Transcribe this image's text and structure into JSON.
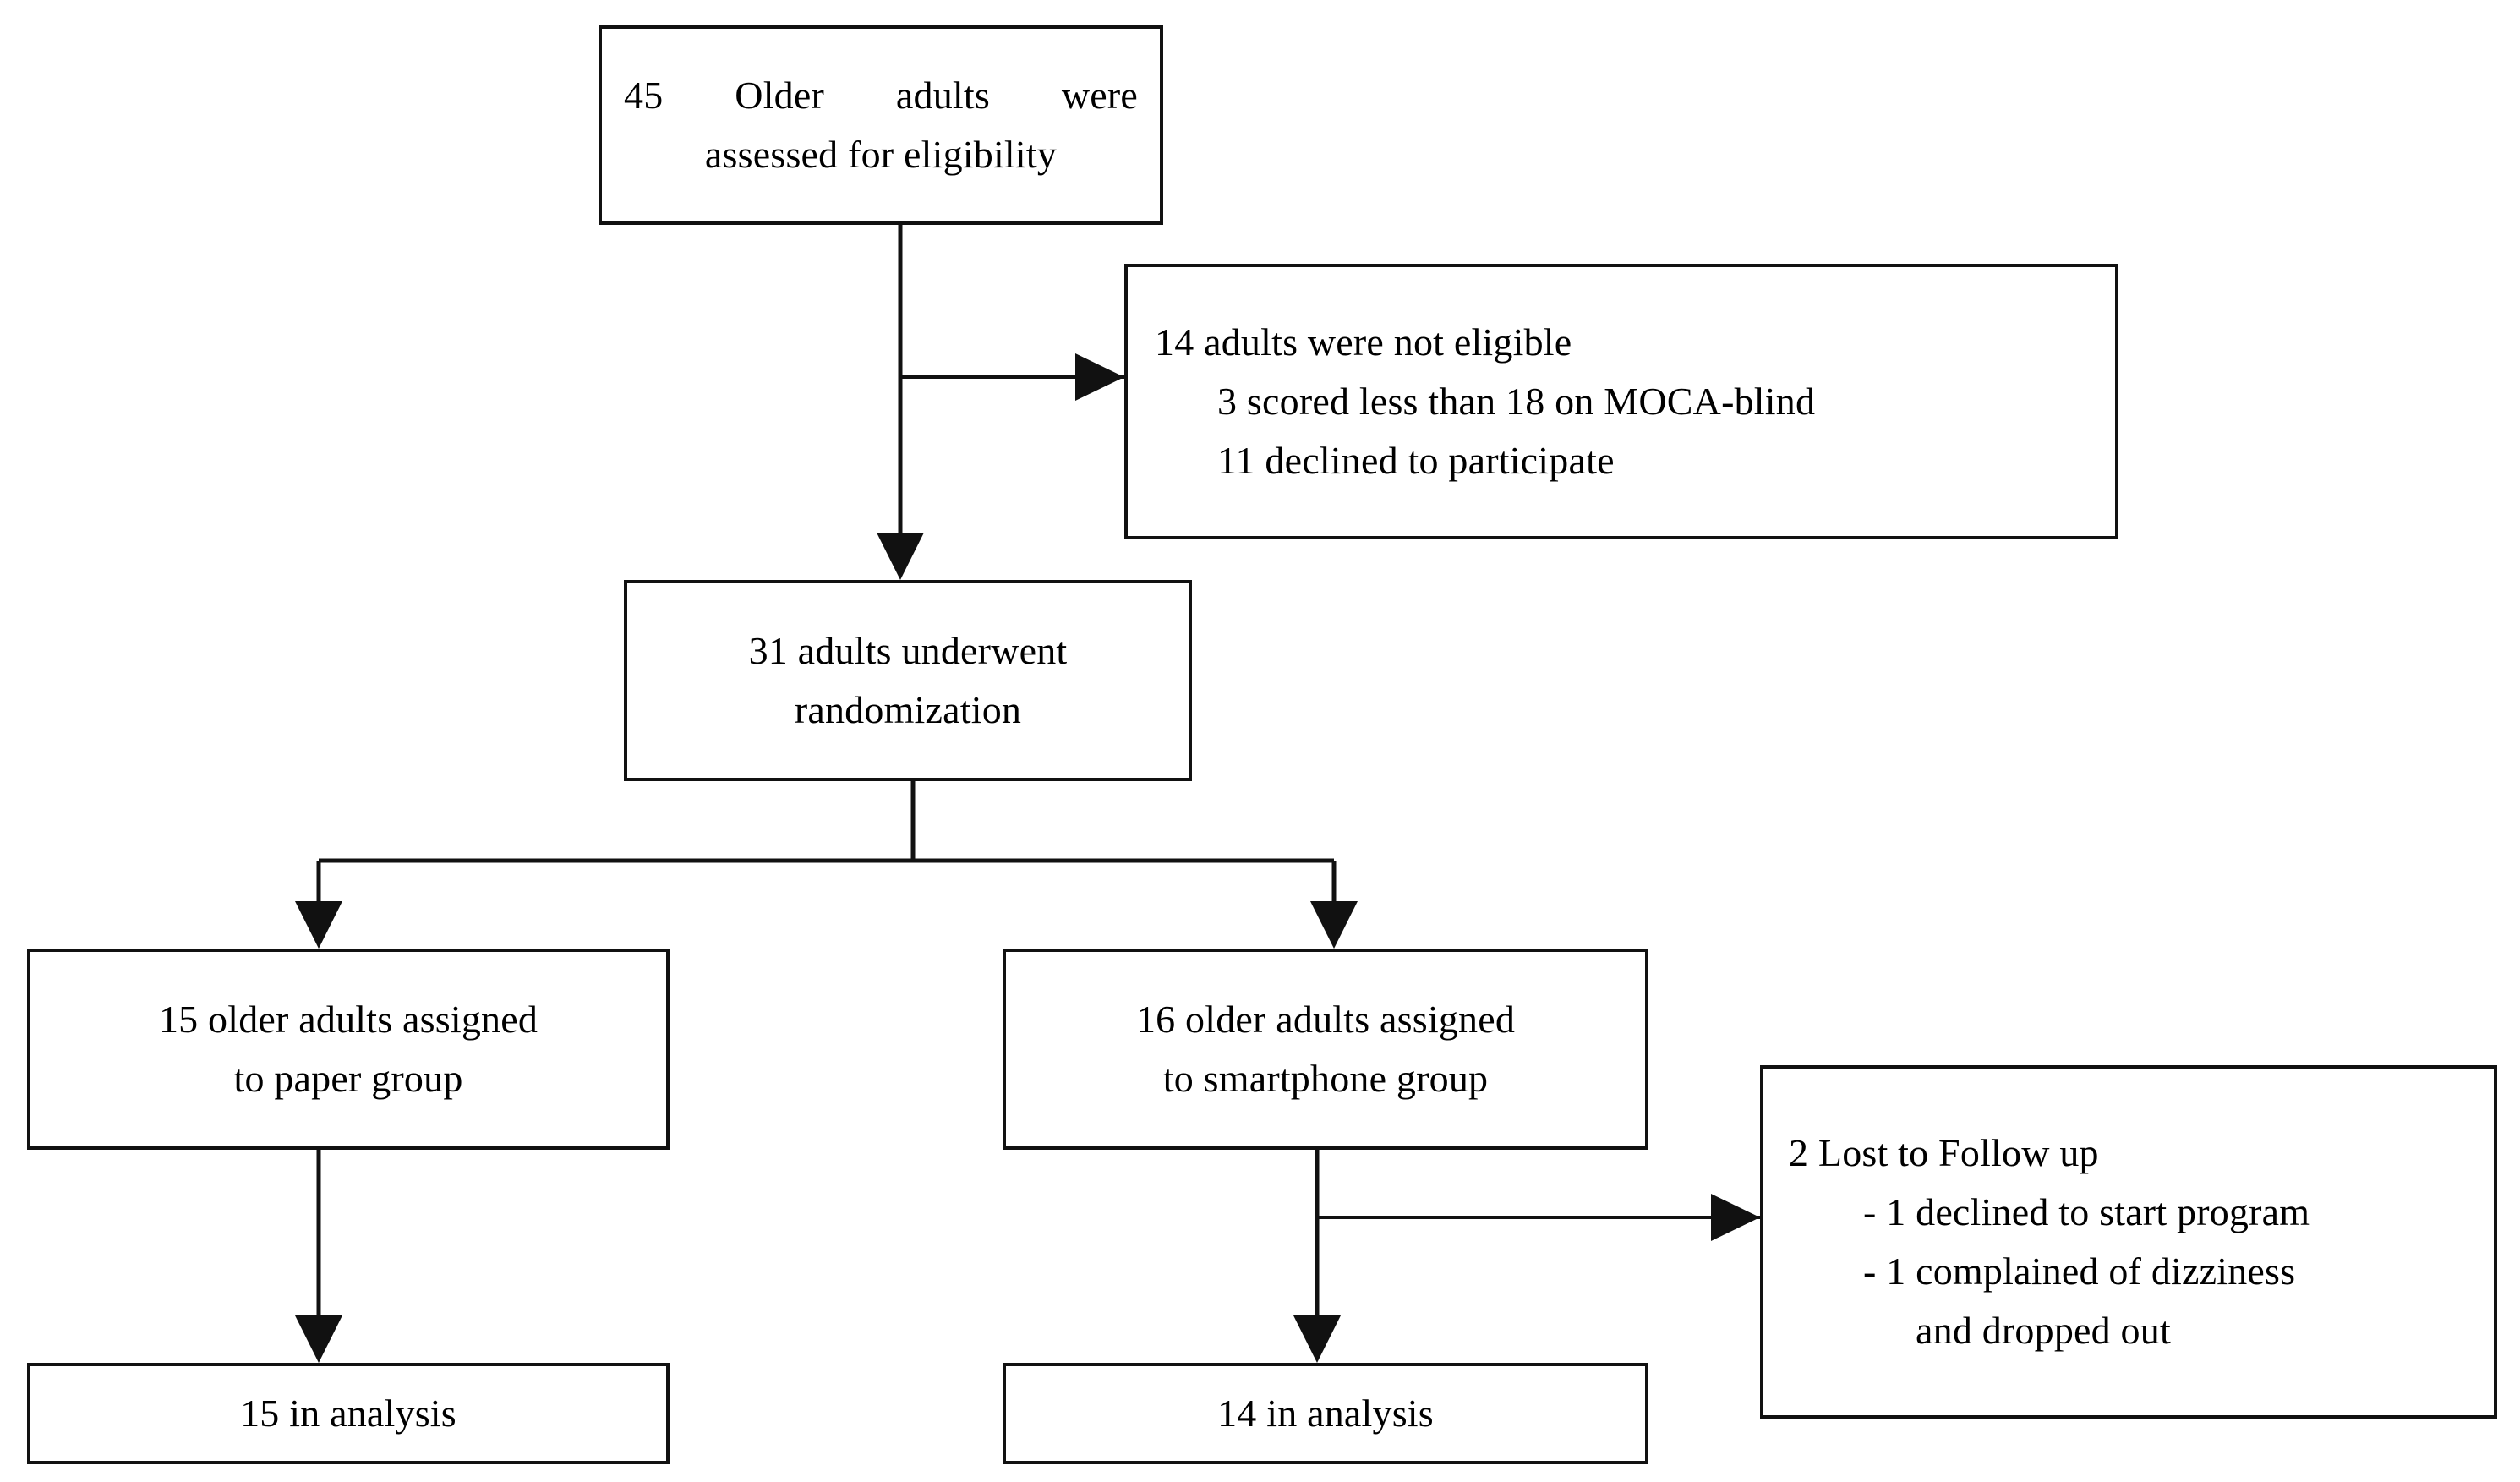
{
  "diagram": {
    "title": "CONSORT participant flow diagram",
    "type": "flowchart",
    "nodes": {
      "screened": {
        "line1": "45  Older  adults  were",
        "line2": "assessed for eligibility"
      },
      "ineligible": {
        "line1": "14 adults were not eligible",
        "line2": "3 scored less than 18 on MOCA-blind",
        "line3": "11 declined to participate"
      },
      "randomized": {
        "line1": "31 adults underwent",
        "line2": "randomization"
      },
      "paper_group": {
        "line1": "15 older adults assigned",
        "line2": "to paper group"
      },
      "smartphone_group": {
        "line1": "16 older adults assigned",
        "line2": "to smartphone group"
      },
      "lost_to_followup": {
        "line1": "2 Lost to Follow up",
        "line2": "- 1 declined to start program",
        "line3": "- 1 complained of dizziness",
        "line4": "and dropped out"
      },
      "paper_analysis": {
        "line1": "15 in analysis"
      },
      "smartphone_analysis": {
        "line1": "14 in analysis"
      }
    },
    "counts": {
      "assessed": 45,
      "not_eligible": 14,
      "moca_below_18": 3,
      "declined_to_participate": 11,
      "randomized": 31,
      "paper_assigned": 15,
      "smartphone_assigned": 16,
      "lost_to_followup": 2,
      "declined_to_start": 1,
      "dizziness_dropout": 1,
      "paper_analyzed": 15,
      "smartphone_analyzed": 14
    },
    "colors": {
      "stroke": "#111111",
      "background": "#ffffff",
      "text": "#000000"
    }
  }
}
